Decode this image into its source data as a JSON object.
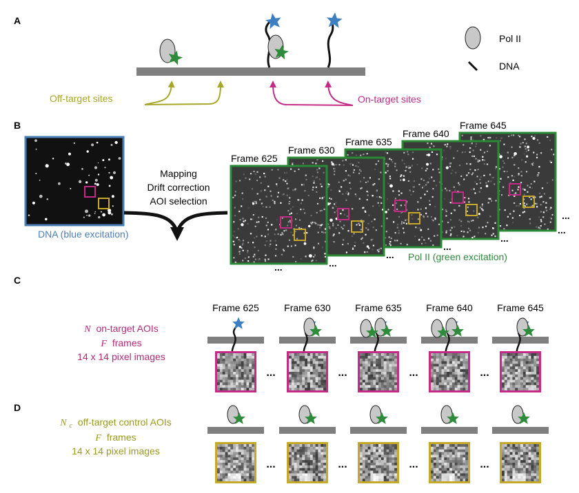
{
  "panels": {
    "a": {
      "letter": "A",
      "legend_pol": "Pol II",
      "legend_dna": "DNA",
      "off_target": "Off-target sites",
      "on_target": "On-target sites"
    },
    "b": {
      "letter": "B",
      "dna_caption": "DNA (blue excitation)",
      "mapping": "Mapping",
      "drift": "Drift correction",
      "aoi": "AOI selection",
      "frames": [
        "Frame 625",
        "Frame 630",
        "Frame 635",
        "Frame 640",
        "Frame 645"
      ],
      "pol_caption": "Pol II (green excitation)"
    },
    "c": {
      "letter": "C",
      "var": "N",
      "line1": "on-target AOIs",
      "var2": "F",
      "line2": "frames",
      "line3": "14 x 14 pixel images",
      "frames": [
        "Frame 625",
        "Frame 630",
        "Frame 635",
        "Frame 640",
        "Frame 645"
      ],
      "pol_bound": [
        0,
        1,
        2,
        2,
        1
      ]
    },
    "d": {
      "letter": "D",
      "var": "N",
      "var_sub": "c",
      "line1": "off-target control AOIs",
      "var2": "F",
      "line2": "frames",
      "line3": "14 x 14 pixel images"
    }
  },
  "ellipsis": "...",
  "colors": {
    "blue": "#3d7fc1",
    "green": "#2e8b3c",
    "magenta": "#c42a86",
    "olive": "#a8a626",
    "gray": "#7f7f7f",
    "frame_green": "#2a8a34",
    "box_yellow": "#c7a92a",
    "blue_border": "#4a7fb5",
    "c_text": "#b5287a",
    "d_text": "#9a9a1f"
  }
}
